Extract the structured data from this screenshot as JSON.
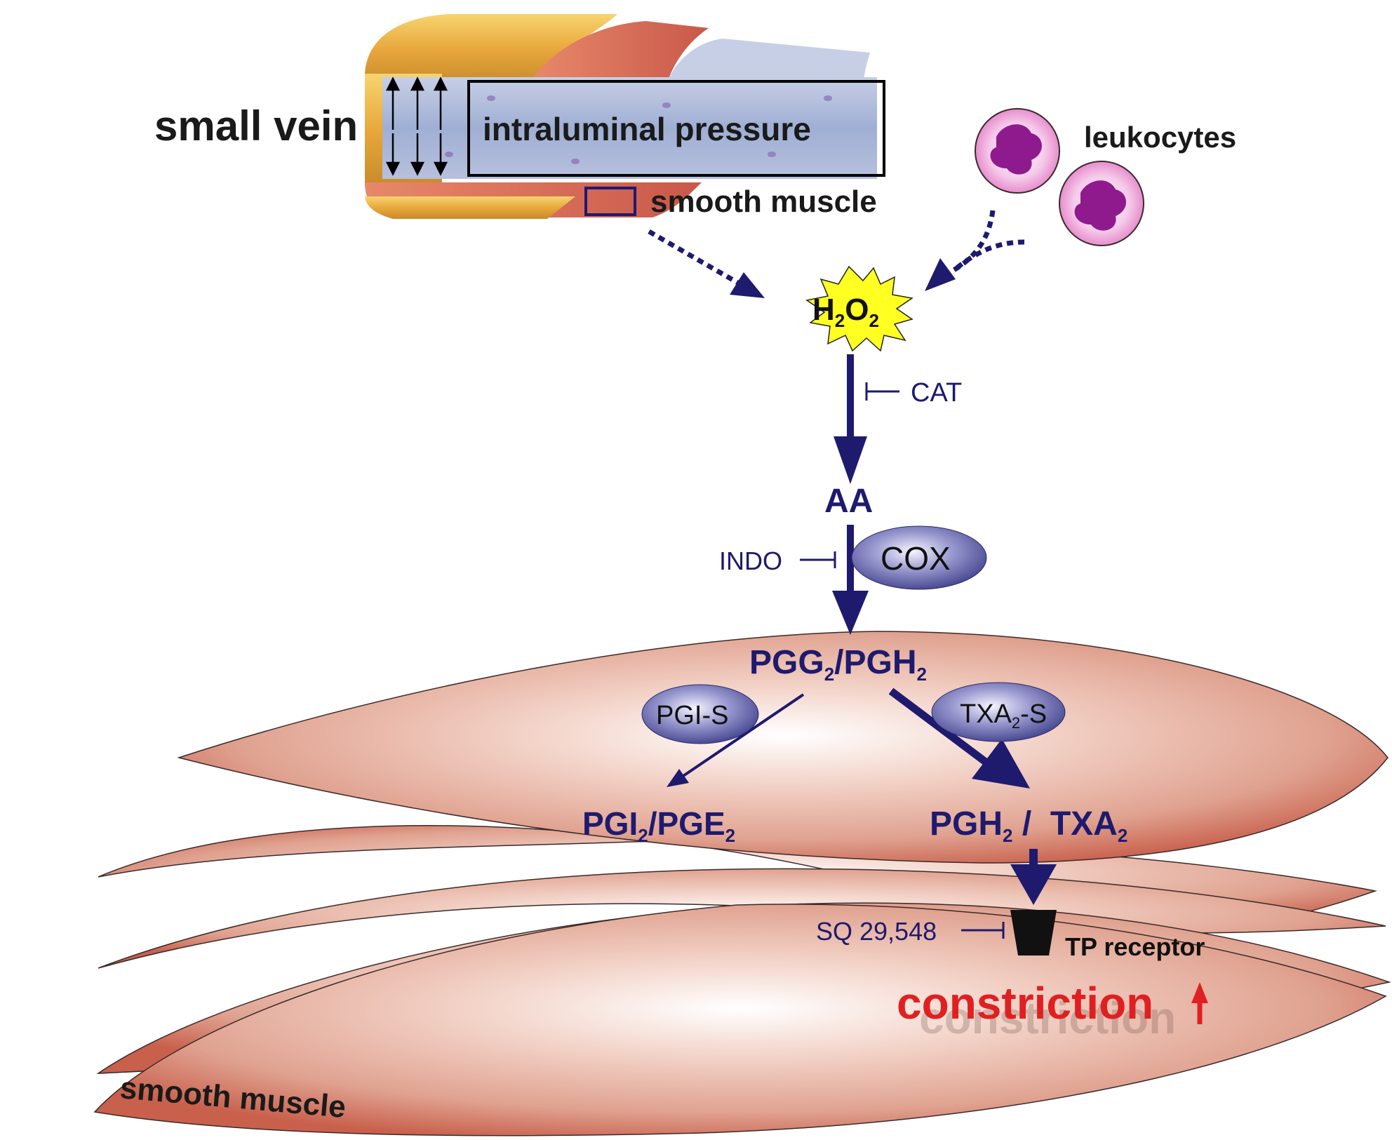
{
  "vessel": {
    "small_vein": "small vein",
    "intraluminal_pressure": "intraluminal pressure",
    "smooth_muscle": "smooth muscle"
  },
  "leukocytes": {
    "label": "leukocytes"
  },
  "h2o2": {
    "main": "H",
    "sub1": "2",
    "o": "O",
    "sub2": "2"
  },
  "cat": {
    "label": "CAT"
  },
  "aa": {
    "label": "AA"
  },
  "cox": {
    "label": "COX",
    "inhibitor": "INDO"
  },
  "pgg": {
    "a": "PGG",
    "a_sub": "2",
    "b": "/PGH",
    "b_sub": "2"
  },
  "pgis": {
    "label": "PGI-S"
  },
  "txas": {
    "a": "TXA",
    "sub": "2",
    "b": "-S"
  },
  "pgi": {
    "a": "PGI",
    "a_sub": "2",
    "b": "/PGE",
    "b_sub": "2"
  },
  "pgh_txa": {
    "a": "PGH",
    "a_sub": "2",
    "b": " /  TXA",
    "b_sub": "2"
  },
  "tp": {
    "label": "TP receptor",
    "inhibitor": "SQ 29,548"
  },
  "constriction": {
    "label": "constriction"
  },
  "cells": {
    "label": "smooth muscle"
  },
  "colors": {
    "navy": "#1e1a6e",
    "starburst": "#ffff22",
    "constriction_red": "#e02020",
    "cell": "#d9907e",
    "enzyme": "#5a5a9e",
    "leukocyte": "#e88fc8"
  }
}
